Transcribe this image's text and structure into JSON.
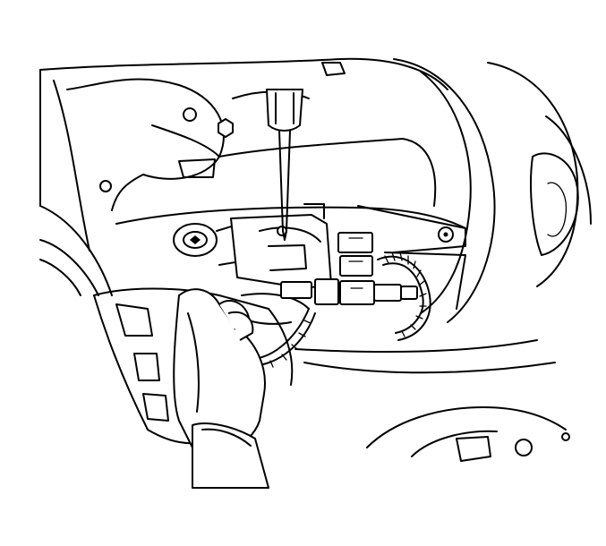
{
  "figure": {
    "kind": "technical line illustration",
    "style": "black line art on white background",
    "colors": {
      "line": "#000000",
      "background": "#ffffff"
    },
    "parts_depicted": [
      "screwdriver",
      "ignition-lock-cylinder",
      "ignition-switch-housing",
      "electrical-connectors",
      "wiring-harness",
      "steering-column-shroud",
      "instrument-panel-opening",
      "gloved-hand",
      "gauge-cluster-ring",
      "dash-carrier-bracket"
    ]
  }
}
